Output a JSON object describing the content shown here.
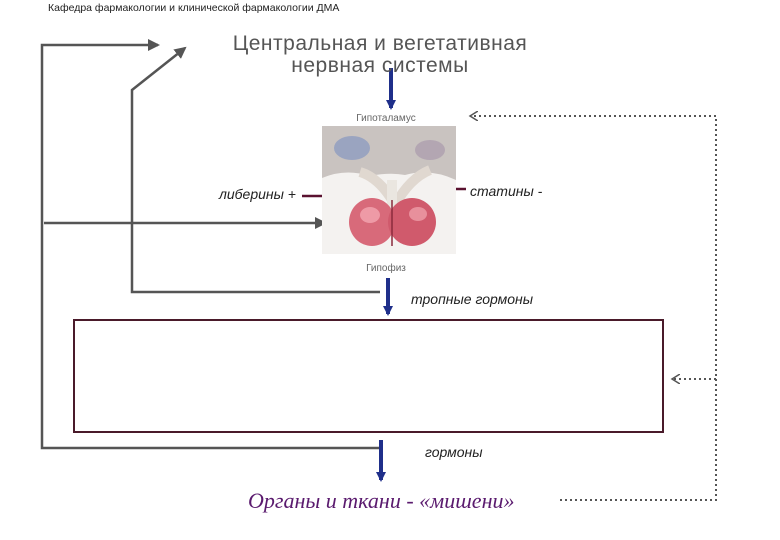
{
  "header": {
    "department": "Кафедра фармакологии и клинической фармакологии ДМА"
  },
  "title": {
    "line1": "Центральная и вегетативная",
    "line2": "нервная системы"
  },
  "hypothalamus": {
    "caption": "Гипоталамус"
  },
  "pituitary": {
    "caption": "Гипофиз"
  },
  "labels": {
    "liberins": "либерины +",
    "statins": "статины -",
    "tropic_hormones": "тропные гормоны",
    "hormones": "гормоны",
    "targets": "Органы и ткани - «мишени»"
  },
  "organs": [
    {
      "icon": "thyroid-anatomy-icon"
    },
    {
      "icon": "larynx-back-icon"
    },
    {
      "icon": "pancreas-icon"
    },
    {
      "icon": "adrenal-kidney-icon"
    },
    {
      "icon": "ovary-testis-icon"
    }
  ],
  "colors": {
    "arrow_blue": "#1f2f8a",
    "arrow_maroon": "#5a1230",
    "feedback_gray": "#555555",
    "box_border": "#4a1a2a",
    "target_text": "#5a1a6e"
  }
}
